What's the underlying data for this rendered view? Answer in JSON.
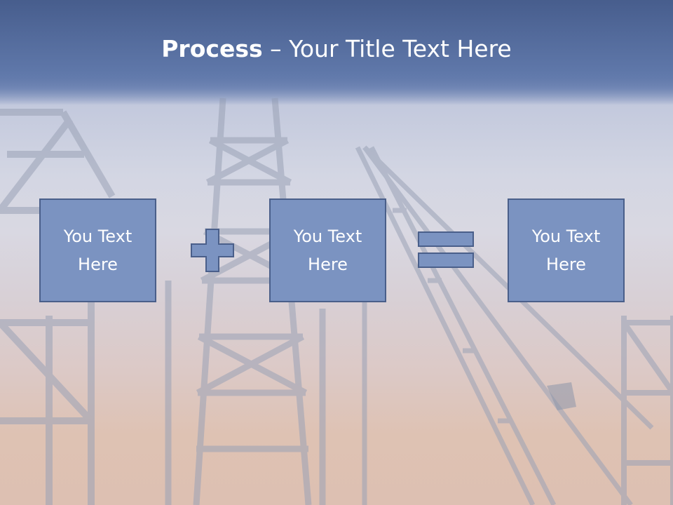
{
  "title": {
    "bold": "Process",
    "rest": " – Your Title Text Here"
  },
  "boxes": [
    {
      "text": "You Text Here"
    },
    {
      "text": "You Text Here"
    },
    {
      "text": "You Text Here"
    }
  ],
  "operators": [
    "plus-icon",
    "equals-icon"
  ],
  "colors": {
    "title_band": "#5b73a6",
    "box_fill": "#7b93c1",
    "box_border": "#4a5f8a",
    "operator_fill": "#7b93c1",
    "text": "#ffffff"
  }
}
